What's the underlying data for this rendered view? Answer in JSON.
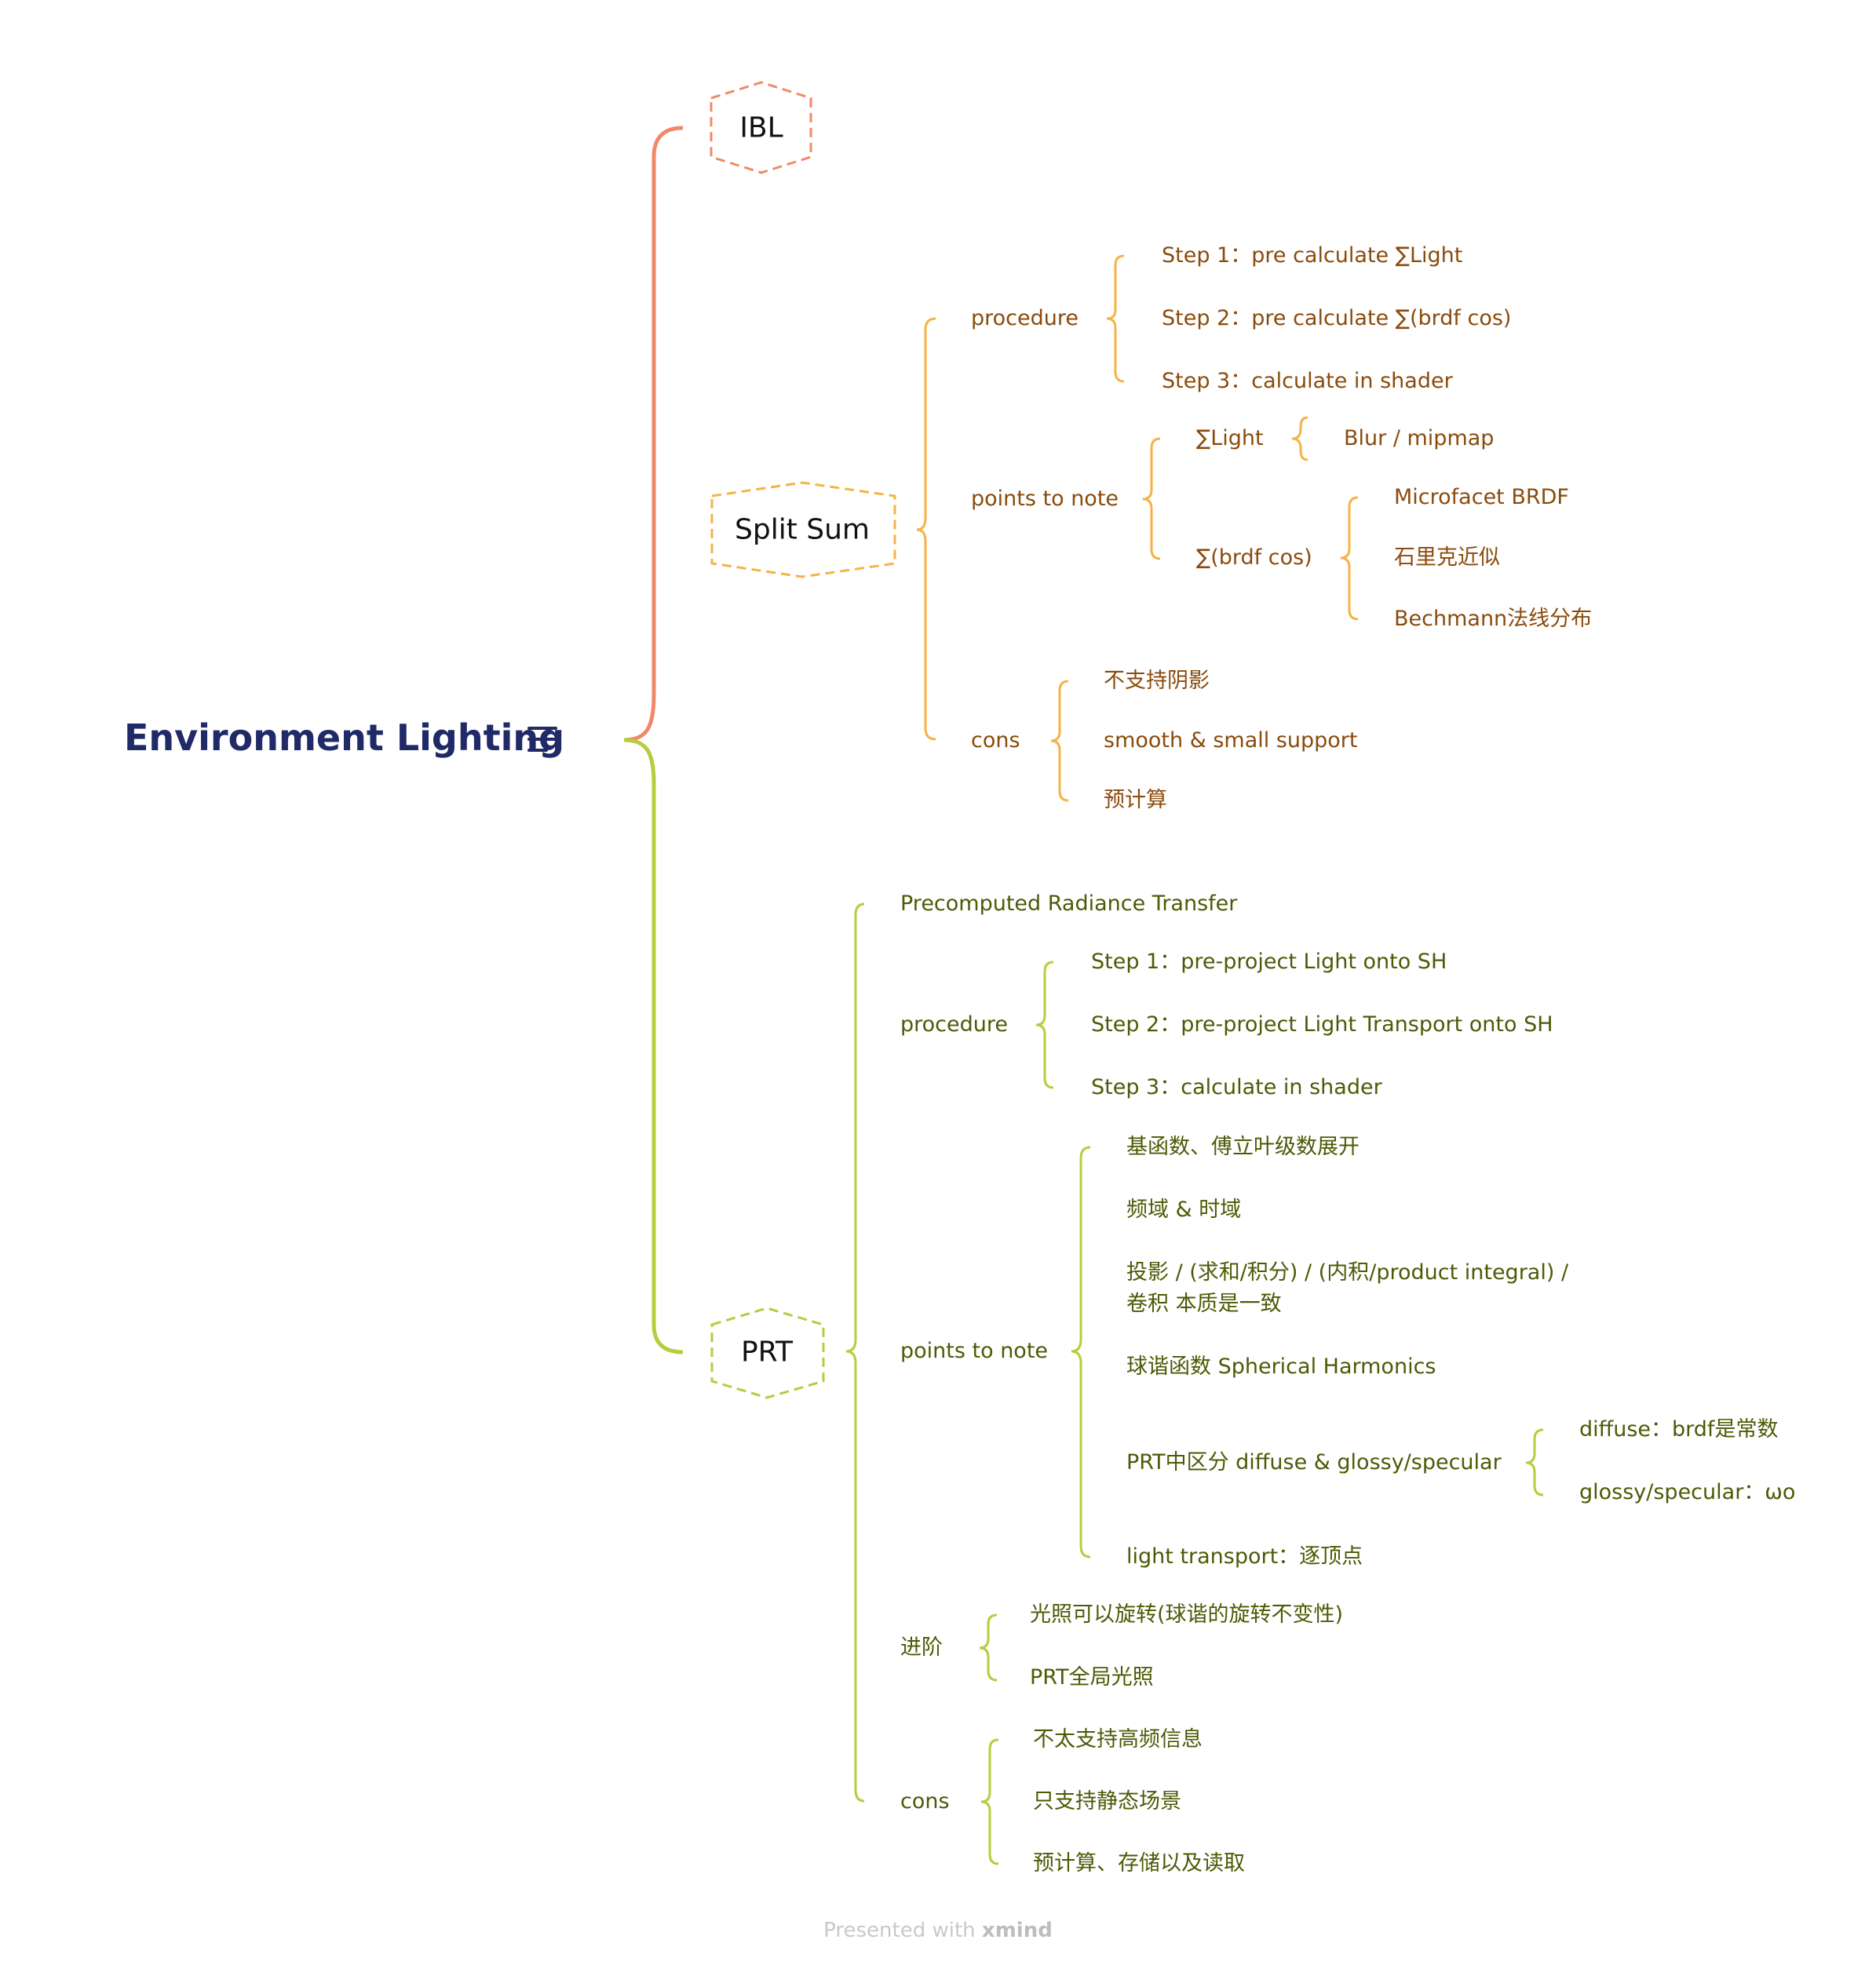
{
  "root": {
    "title": "Environment Lighting",
    "icon": "notes-icon"
  },
  "colors": {
    "root_text": "#1f2a66",
    "ibl": "#f0896a",
    "split_sum": "#f5b347",
    "prt": "#b8cc3c",
    "orange_text": "#8a4b0c",
    "green_text": "#4e5a06"
  },
  "ibl": {
    "title": "IBL"
  },
  "split_sum": {
    "title": "Split Sum",
    "procedure": {
      "label": "procedure",
      "steps": [
        "Step 1：pre calculate ∑Light",
        "Step 2：pre calculate ∑(brdf cos)",
        "Step 3：calculate in shader"
      ]
    },
    "points": {
      "label": "points to note",
      "light": {
        "label": "∑Light",
        "child": "Blur / mipmap"
      },
      "brdf": {
        "label": "∑(brdf cos)",
        "children": [
          "Microfacet BRDF",
          "石里克近似",
          "Bechmann法线分布"
        ]
      }
    },
    "cons": {
      "label": "cons",
      "items": [
        "不支持阴影",
        "smooth & small support",
        "预计算"
      ]
    }
  },
  "prt": {
    "title": "PRT",
    "full_name": "Precomputed Radiance Transfer",
    "procedure": {
      "label": "procedure",
      "steps": [
        "Step 1：pre-project Light onto SH",
        "Step 2：pre-project Light Transport onto SH",
        "Step 3：calculate in shader"
      ]
    },
    "points": {
      "label": "points to note",
      "items": [
        "基函数、傅立叶级数展开",
        "频域 & 时域",
        "投影 / (求和/积分) / (内积/product integral) / 卷积 本质是一致",
        "球谐函数 Spherical Harmonics"
      ],
      "diffuse_glossy": {
        "label": "PRT中区分 diffuse & glossy/specular",
        "children": [
          "diffuse：brdf是常数",
          "glossy/specular：ωo"
        ]
      },
      "light_transport": "light transport：逐顶点"
    },
    "advanced": {
      "label": "进阶",
      "items": [
        "光照可以旋转(球谐的旋转不变性)",
        "PRT全局光照"
      ]
    },
    "cons": {
      "label": "cons",
      "items": [
        "不太支持高频信息",
        "只支持静态场景",
        "预计算、存储以及读取"
      ]
    }
  },
  "footer": {
    "prefix": "Presented with",
    "brand": "xmind"
  }
}
